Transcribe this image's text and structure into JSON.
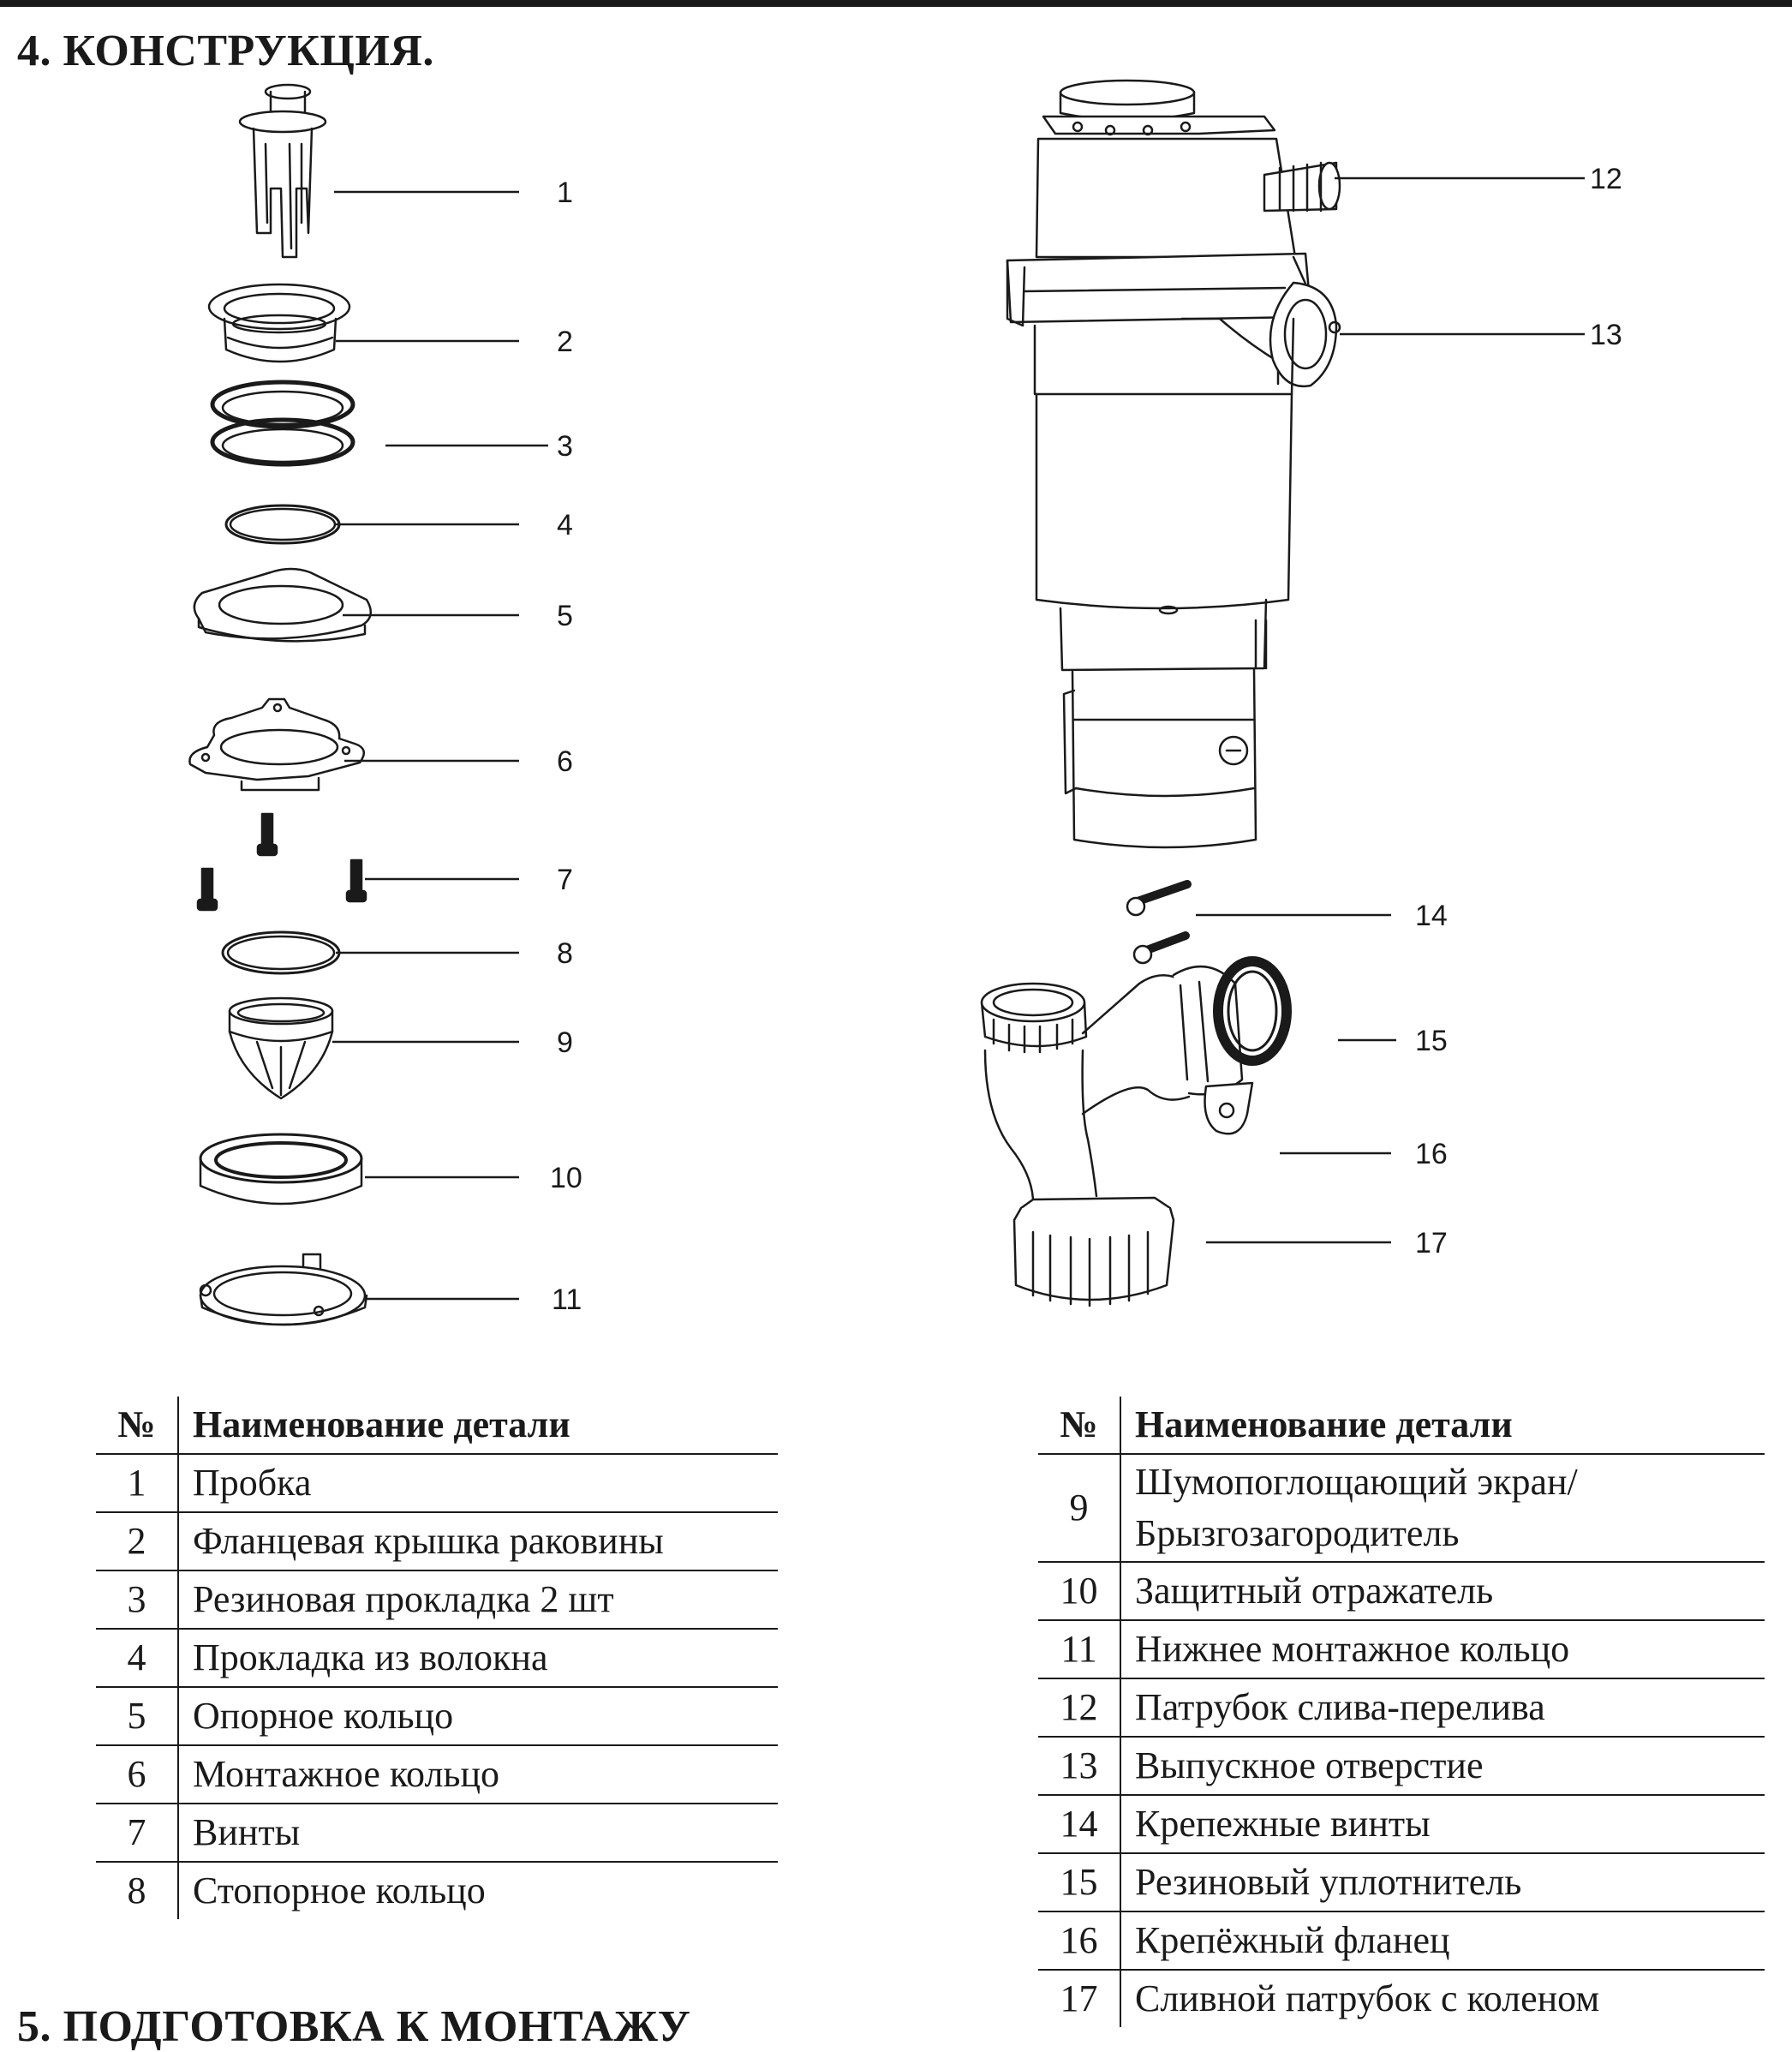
{
  "section_title": "4. КОНСТРУКЦИЯ.",
  "next_section_title": "5. ПОДГОТОВКА К МОНТАЖУ",
  "callouts": [
    "1",
    "2",
    "3",
    "4",
    "5",
    "6",
    "7",
    "8",
    "9",
    "10",
    "11",
    "12",
    "13",
    "14",
    "15",
    "16",
    "17"
  ],
  "table_header": {
    "num": "№",
    "name": "Наименование детали"
  },
  "parts_left": [
    {
      "num": "1",
      "name": "Пробка"
    },
    {
      "num": "2",
      "name": "Фланцевая крышка раковины"
    },
    {
      "num": "3",
      "name": "Резиновая прокладка 2 шт"
    },
    {
      "num": "4",
      "name": "Прокладка из волокна"
    },
    {
      "num": "5",
      "name": "Опорное кольцо"
    },
    {
      "num": "6",
      "name": "Монтажное кольцо"
    },
    {
      "num": "7",
      "name": "Винты"
    },
    {
      "num": "8",
      "name": "Стопорное кольцо"
    }
  ],
  "parts_right": [
    {
      "num": "9",
      "name_line1": "Шумопоглощающий экран/",
      "name_line2": "Брызгозагородитель"
    },
    {
      "num": "10",
      "name": "Защитный отражатель"
    },
    {
      "num": "11",
      "name": "Нижнее монтажное кольцо"
    },
    {
      "num": "12",
      "name": "Патрубок слива-перелива"
    },
    {
      "num": "13",
      "name": "Выпускное отверстие"
    },
    {
      "num": "14",
      "name": "Крепежные винты"
    },
    {
      "num": "15",
      "name": "Резиновый уплотнитель"
    },
    {
      "num": "16",
      "name": "Крепёжный фланец"
    },
    {
      "num": "17",
      "name": "Сливной патрубок с коленом"
    }
  ]
}
